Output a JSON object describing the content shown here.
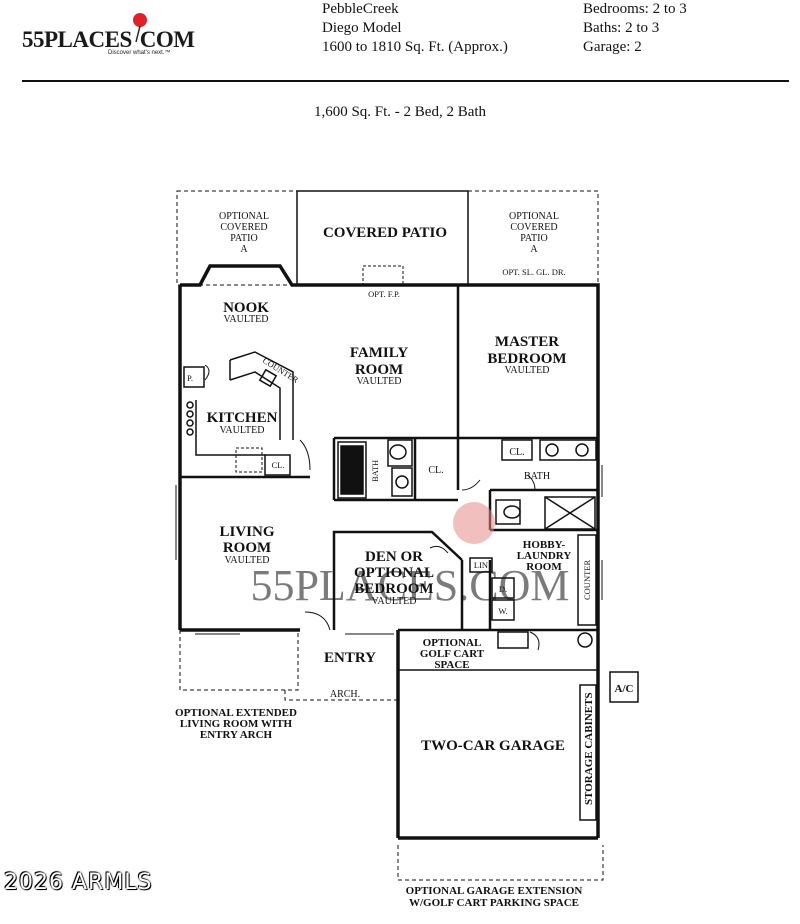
{
  "header": {
    "logo_text": "55PLACES",
    "logo_suffix": "COM",
    "logo_tagline": "Discover what's next.™",
    "community": "PebbleCreek",
    "model": "Diego Model",
    "sqft_range": "1600 to 1810 Sq. Ft. (Approx.)",
    "bedrooms": "Bedrooms: 2 to 3",
    "baths": "Baths: 2 to 3",
    "garage": "Garage: 2"
  },
  "subtitle": "1,600 Sq. Ft. - 2 Bed, 2 Bath",
  "floorplan": {
    "covered_patio": "COVERED PATIO",
    "opt_patio_left": [
      "OPTIONAL",
      "COVERED",
      "PATIO",
      "A"
    ],
    "opt_patio_right": [
      "OPTIONAL",
      "COVERED",
      "PATIO",
      "A"
    ],
    "opt_fp": "OPT. F.P.",
    "opt_sl_gl_dr": "OPT. SL. GL. DR.",
    "nook": "NOOK",
    "vaulted": "VAULTED",
    "family_room": [
      "FAMILY",
      "ROOM"
    ],
    "master_bedroom": [
      "MASTER",
      "BEDROOM"
    ],
    "kitchen": "KITCHEN",
    "counter": "COUNTER",
    "pantry": "P.",
    "closet": "CL.",
    "bath": "BATH",
    "living_room": [
      "LIVING",
      "ROOM"
    ],
    "den": [
      "DEN OR",
      "OPTIONAL",
      "BEDROOM"
    ],
    "lin": "LIN",
    "hobby_laundry": [
      "HOBBY-",
      "LAUNDRY",
      "ROOM"
    ],
    "dryer": "D.",
    "washer": "W.",
    "entry": "ENTRY",
    "arch": "ARCH.",
    "opt_golf_cart": [
      "OPTIONAL",
      "GOLF CART",
      "SPACE"
    ],
    "ac": "A/C",
    "garage": "TWO-CAR GARAGE",
    "storage_cabinets": "STORAGE CABINETS",
    "opt_extended_living": [
      "OPTIONAL EXTENDED",
      "LIVING ROOM WITH",
      "ENTRY ARCH"
    ],
    "opt_garage_ext": [
      "OPTIONAL GARAGE EXTENSION",
      "W/GOLF CART PARKING SPACE"
    ],
    "watermark": "55PLACES.COM"
  },
  "copyright": "2026 ARMLS"
}
